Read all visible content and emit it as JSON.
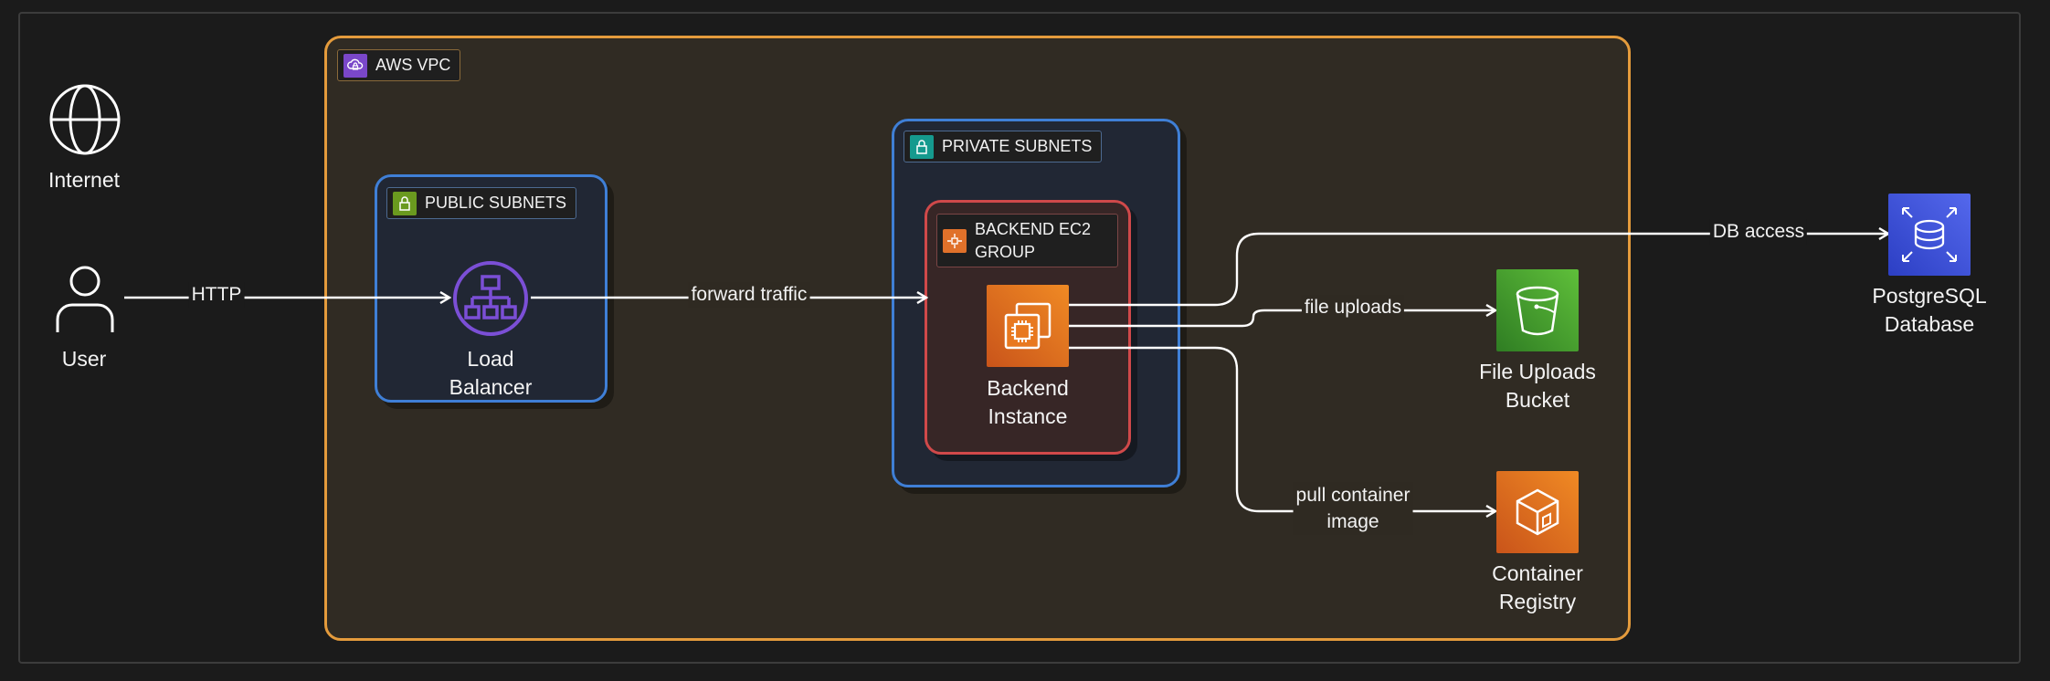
{
  "colors": {
    "background": "#1b1b1b",
    "vpc_border": "#e49b3c",
    "subnet_border": "#3f7fd6",
    "ec2_group_border": "#d0494a",
    "load_balancer": "#7b4fd6",
    "compute_orange": "#e8781f",
    "storage_green": "#3f9a2e",
    "database_blue": "#3b55d8",
    "edge": "#ffffff"
  },
  "groups": {
    "vpc": {
      "label": "AWS VPC",
      "icon": "vpc-cloud-lock-icon"
    },
    "public_subnets": {
      "label": "PUBLIC SUBNETS",
      "icon": "lock-icon"
    },
    "private_subnets": {
      "label": "PRIVATE SUBNETS",
      "icon": "lock-icon"
    },
    "ec2_group": {
      "label": "BACKEND EC2 GROUP",
      "icon": "auto-scaling-icon"
    }
  },
  "nodes": {
    "internet": {
      "label": "Internet",
      "icon": "globe-icon"
    },
    "user": {
      "label": "User",
      "icon": "user-icon"
    },
    "load_balancer": {
      "label_line1": "Load",
      "label_line2": "Balancer",
      "icon": "load-balancer-icon"
    },
    "backend_instance": {
      "label_line1": "Backend",
      "label_line2": "Instance",
      "icon": "ec2-chip-icon"
    },
    "file_bucket": {
      "label_line1": "File Uploads",
      "label_line2": "Bucket",
      "icon": "s3-bucket-icon"
    },
    "container_registry": {
      "label_line1": "Container",
      "label_line2": "Registry",
      "icon": "ecr-registry-icon"
    },
    "postgres_db": {
      "label_line1": "PostgreSQL",
      "label_line2": "Database",
      "icon": "rds-database-icon"
    }
  },
  "edges": {
    "http": "HTTP",
    "forward": "forward traffic",
    "db_access": "DB access",
    "file_uploads": "file uploads",
    "pull_line1": "pull container",
    "pull_line2": "image"
  }
}
